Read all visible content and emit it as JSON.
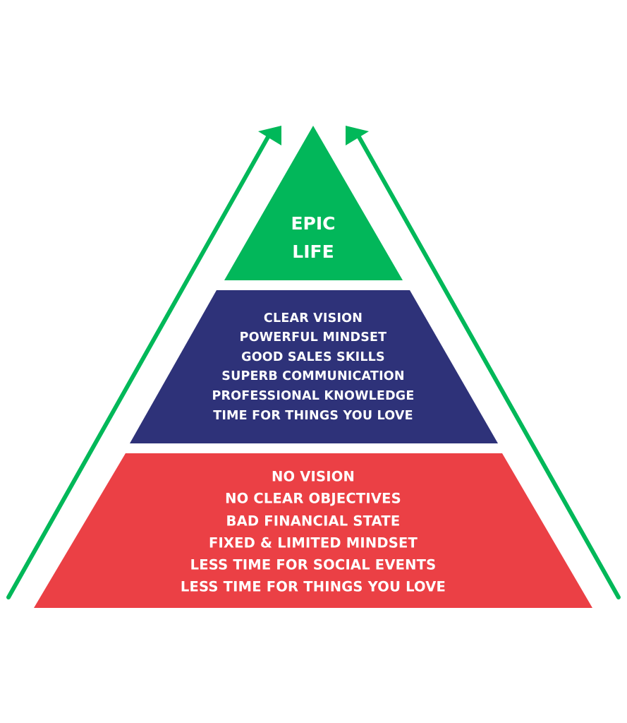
{
  "colors": {
    "top": "#02b75a",
    "middle": "#2e3279",
    "bottom": "#eb4045",
    "arrows": "#00b859",
    "text": "#ffffff"
  },
  "icons": {
    "left_arrow": "arrow-up-right-icon",
    "right_arrow": "arrow-up-left-icon"
  },
  "pyramid": {
    "top": {
      "lines": [
        "EPIC",
        "LIFE"
      ]
    },
    "middle": {
      "lines": [
        "CLEAR VISION",
        "POWERFUL MINDSET",
        "GOOD SALES SKILLS",
        "SUPERB COMMUNICATION",
        "PROFESSIONAL KNOWLEDGE",
        "TIME FOR THINGS YOU LOVE"
      ]
    },
    "bottom": {
      "lines": [
        "NO VISION",
        "NO CLEAR OBJECTIVES",
        "BAD FINANCIAL STATE",
        "FIXED & LIMITED MINDSET",
        "LESS TIME FOR SOCIAL EVENTS",
        "LESS TIME FOR THINGS YOU LOVE"
      ]
    }
  }
}
